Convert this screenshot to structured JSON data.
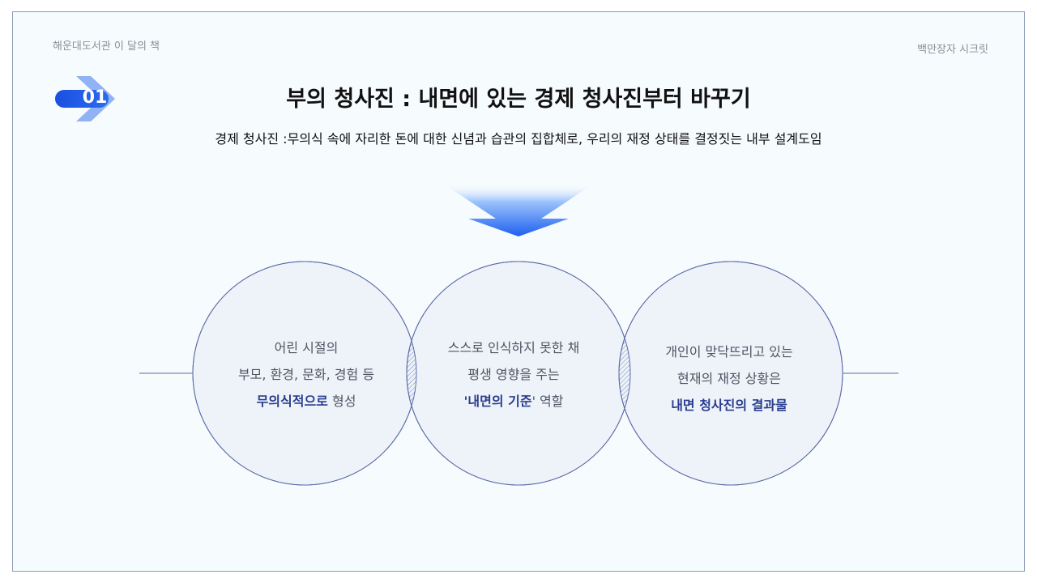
{
  "header": {
    "left": "해운대도서관 이 달의 책",
    "right": "백만장자 시크릿"
  },
  "badge": {
    "number": "01"
  },
  "title": "부의 청사진 : 내면에 있는 경제 청사진부터 바꾸기",
  "subtitle": "경제 청사진 :무의식 속에 자리한 돈에 대한 신념과 습관의 집합체로, 우리의 재정 상태를 결정짓는 내부 설계도임",
  "circles": [
    {
      "line1": "어린 시절의",
      "line2": "부모, 환경, 문화, 경험 등",
      "line3_bold": "무의식적으로",
      "line3_rest": " 형성"
    },
    {
      "line1": "스스로 인식하지 못한 채",
      "line2": "평생 영향을 주는",
      "line3_quote_open": "'",
      "line3_bold": "내면의 기준",
      "line3_rest": "' 역할"
    },
    {
      "line1": "개인이 맞닥뜨리고 있는",
      "line2": "현재의 재정 상황은",
      "line3_bold": "내면 청사진의 결과물"
    }
  ],
  "colors": {
    "accent": "#1f5fe8",
    "circle_stroke": "#5a6ba8",
    "circle_fill": "#eef3f9",
    "bold_text": "#2a3d8f",
    "frame_border": "#8e9db4"
  }
}
